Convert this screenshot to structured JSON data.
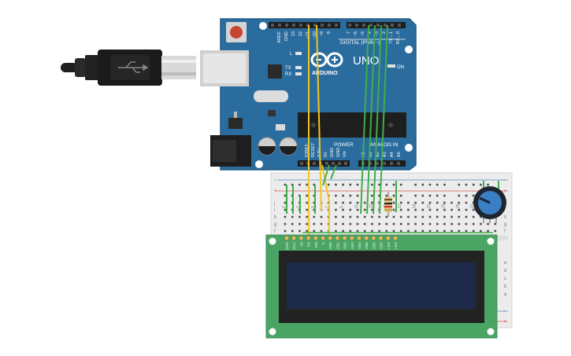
{
  "arduino": {
    "logo_text": "ARDUINO",
    "model": "UNO",
    "digital_label": "DIGITAL (PWM~)",
    "power_label": "POWER",
    "analog_label": "ANALOG IN",
    "on_label": "ON",
    "l_label": "L",
    "tx_label": "TX",
    "rx_label": "RX",
    "top_pins": [
      "AREF",
      "GND",
      "13",
      "12",
      "~11",
      "~10",
      "~9",
      "8",
      "7",
      "~6",
      "~5",
      "4",
      "~3",
      "2",
      "TX→1",
      "RX←0"
    ],
    "power_pins": [
      "IOREF",
      "RESET",
      "3.3V",
      "5V",
      "GND",
      "GND",
      "Vin"
    ],
    "analog_pins": [
      "A0",
      "A1",
      "A2",
      "A3",
      "A4",
      "A5"
    ]
  },
  "breadboard": {
    "row_letters_top": [
      "j",
      "i",
      "h",
      "g",
      "f"
    ],
    "row_letters_bottom": [
      "e",
      "d",
      "c",
      "b",
      "a"
    ],
    "column_numbers": [
      "1",
      "3",
      "5",
      "7",
      "9",
      "11",
      "13",
      "15",
      "17",
      "19",
      "21",
      "23",
      "25",
      "27",
      "29"
    ],
    "rail_plus": "+",
    "rail_minus": "-"
  },
  "lcd": {
    "pins": [
      "GND",
      "VCC",
      "V0",
      "RS",
      "RW",
      "E",
      "DB0",
      "DB1",
      "DB2",
      "DB3",
      "DB4",
      "DB5",
      "DB6",
      "DB7",
      "LED",
      "LED"
    ]
  },
  "colors": {
    "arduino_blue": "#2b6c9e",
    "wire_green": "#3fae49",
    "wire_yellow": "#f2c61f",
    "pcb_green": "#4aa564",
    "lcd_screen": "#1d2a4a",
    "pot_blue": "#3a7fc4"
  }
}
